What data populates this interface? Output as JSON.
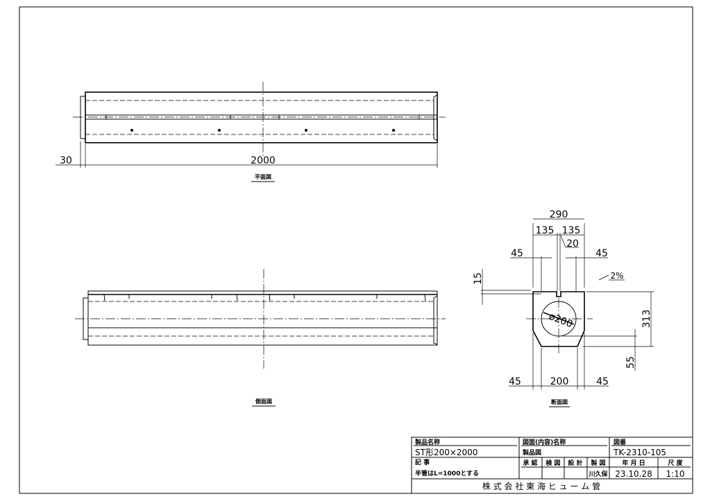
{
  "plan_view": {
    "label": "平面図",
    "dim_length": "2000",
    "dim_flange": "30"
  },
  "side_view": {
    "label": "側面図"
  },
  "section_view": {
    "label": "断面図",
    "dim_width": "290",
    "dim_half_left": "135",
    "dim_half_right": "135",
    "dim_slot": "20",
    "dim_wall_top_left": "45",
    "dim_wall_top_right": "45",
    "dim_top": "15",
    "slope": "2%",
    "dim_pipe": "ø200",
    "dim_height": "313",
    "dim_bottom_offset": "55",
    "dim_wall_bottom_left": "45",
    "dim_base": "200",
    "dim_wall_bottom_right": "45"
  },
  "title_block": {
    "product_name_label": "製品名称",
    "product_name": "ST形200×2000",
    "drawing_name_label": "図面(内容)名称",
    "drawing_name": "製品図",
    "drawing_no_label": "図番",
    "drawing_no": "TK-2310-105",
    "notes_label": "記 事",
    "notes": "半管はL=1000とする",
    "approve_label": "承 認",
    "check_label": "検 図",
    "design_label": "設 計",
    "draft_label": "製 図",
    "drafter": "川久保",
    "date_label": "年 月 日",
    "date": "23.10.28",
    "scale_label": "尺 度",
    "scale": "1:10",
    "company": "株 式 会 社 東 海 ヒ ュ ー ム 管"
  }
}
